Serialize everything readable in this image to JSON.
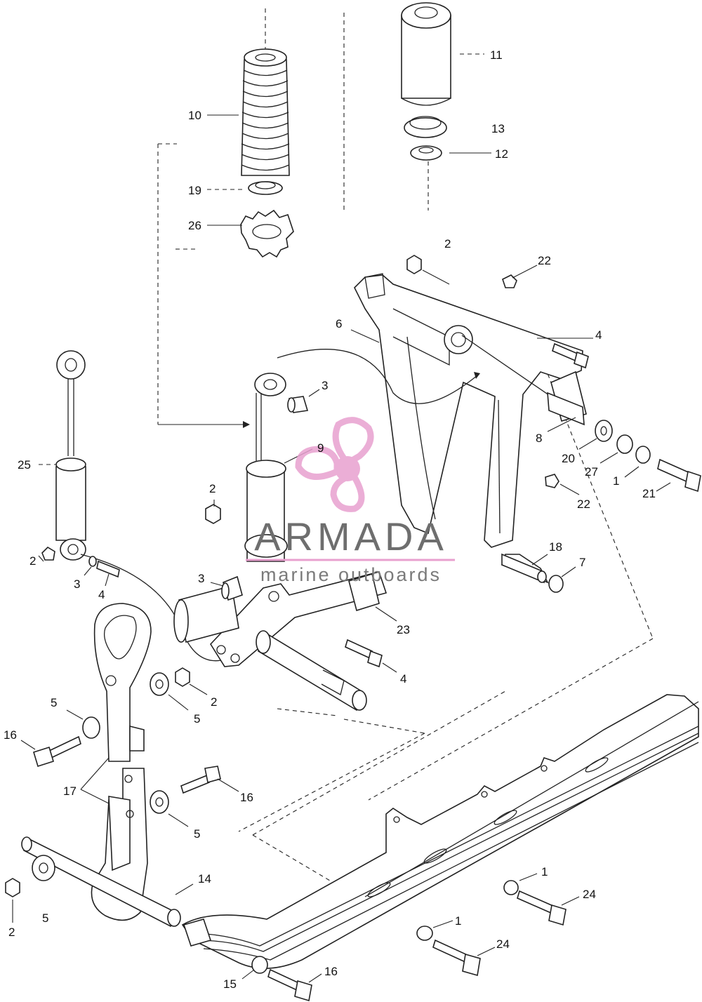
{
  "watermark": {
    "brand": "ARMADA",
    "tagline": "marine outboards",
    "accent_color": "#e8a0cf"
  },
  "callouts": [
    {
      "id": "c11",
      "text": "11"
    },
    {
      "id": "c13",
      "text": "13"
    },
    {
      "id": "c12",
      "text": "12"
    },
    {
      "id": "c10",
      "text": "10"
    },
    {
      "id": "c19",
      "text": "19"
    },
    {
      "id": "c26",
      "text": "26"
    },
    {
      "id": "c2a",
      "text": "2"
    },
    {
      "id": "c22a",
      "text": "22"
    },
    {
      "id": "c6",
      "text": "6"
    },
    {
      "id": "c4a",
      "text": "4"
    },
    {
      "id": "c3a",
      "text": "3"
    },
    {
      "id": "c9",
      "text": "9"
    },
    {
      "id": "c8",
      "text": "8"
    },
    {
      "id": "c20",
      "text": "20"
    },
    {
      "id": "c27",
      "text": "27"
    },
    {
      "id": "c1a",
      "text": "1"
    },
    {
      "id": "c21",
      "text": "21"
    },
    {
      "id": "c22b",
      "text": "22"
    },
    {
      "id": "c25",
      "text": "25"
    },
    {
      "id": "c2b",
      "text": "2"
    },
    {
      "id": "c2c",
      "text": "2"
    },
    {
      "id": "c3b",
      "text": "3"
    },
    {
      "id": "c4b",
      "text": "4"
    },
    {
      "id": "c3c",
      "text": "3"
    },
    {
      "id": "c18",
      "text": "18"
    },
    {
      "id": "c7",
      "text": "7"
    },
    {
      "id": "c23",
      "text": "23"
    },
    {
      "id": "c4c",
      "text": "4"
    },
    {
      "id": "c2d",
      "text": "2"
    },
    {
      "id": "c5a",
      "text": "5"
    },
    {
      "id": "c5b",
      "text": "5"
    },
    {
      "id": "c16a",
      "text": "16"
    },
    {
      "id": "c17",
      "text": "17"
    },
    {
      "id": "c16b",
      "text": "16"
    },
    {
      "id": "c5c",
      "text": "5"
    },
    {
      "id": "c14",
      "text": "14"
    },
    {
      "id": "c1b",
      "text": "1"
    },
    {
      "id": "c24a",
      "text": "24"
    },
    {
      "id": "c2e",
      "text": "2"
    },
    {
      "id": "c5d",
      "text": "5"
    },
    {
      "id": "c1c",
      "text": "1"
    },
    {
      "id": "c24b",
      "text": "24"
    },
    {
      "id": "c15",
      "text": "15"
    },
    {
      "id": "c16c",
      "text": "16"
    }
  ]
}
